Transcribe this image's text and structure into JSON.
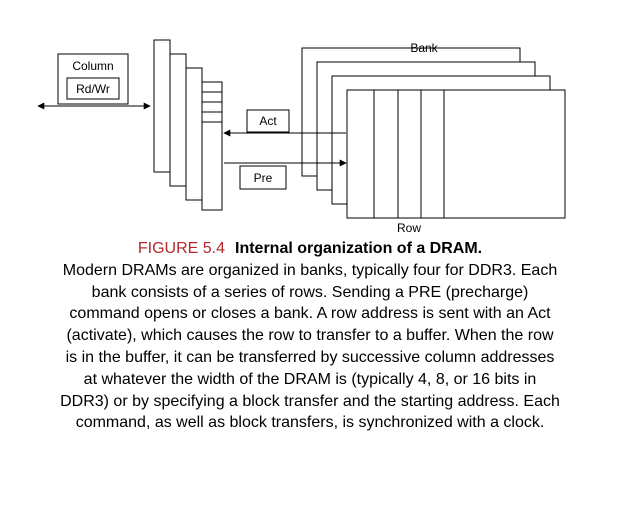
{
  "diagram": {
    "labels": {
      "column": "Column",
      "rd_wr": "Rd/Wr",
      "act": "Act",
      "pre": "Pre",
      "bank": "Bank",
      "row": "Row"
    },
    "bank_count": 4,
    "rows_per_bank": 4
  },
  "caption": {
    "figure_number": "FIGURE 5.4",
    "title": "Internal organization of a DRAM.",
    "body": "Modern DRAMs are organized in banks, typically four for DDR3. Each bank consists of a series of rows. Sending a PRE (precharge) command opens or closes a bank. A row address is sent with an Act (activate), which causes the row to transfer to a buffer. When the row is in the buffer, it can be transferred by successive column addresses at whatever the width of the DRAM is (typically 4, 8, or 16 bits in DDR3) or by specifying a block transfer and the starting address. Each command, as well as block transfers, is synchronized with a clock."
  }
}
